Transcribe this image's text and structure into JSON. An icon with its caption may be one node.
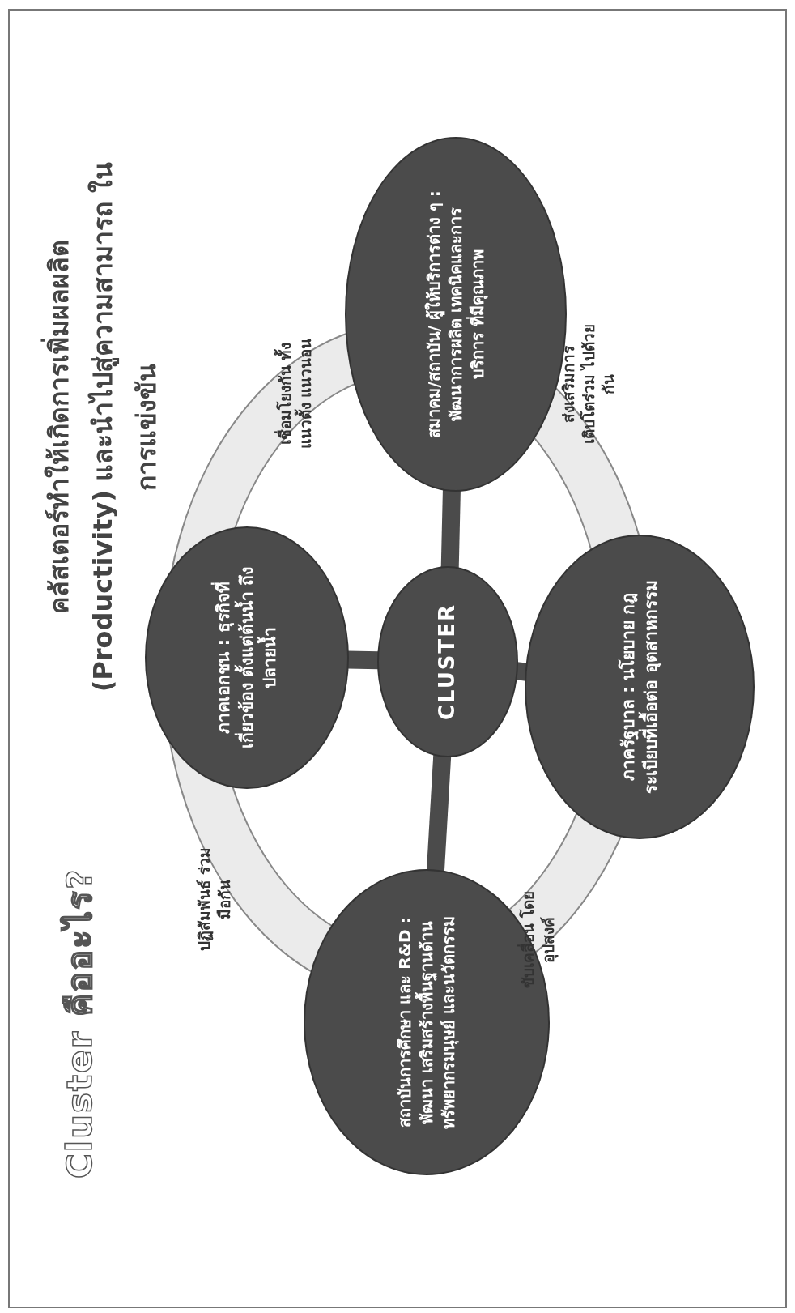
{
  "diagram": {
    "title": "Cluster คืออะไร?",
    "nodes": [
      {
        "text": [
          "CLUSTER"
        ]
      },
      {
        "text": [
          "ภาคเอกชน : ธุรกิจที่เกี่ยวข้อง ตั้งแต่ต้นน้ำ ถึงปลายน้ำ"
        ]
      },
      {
        "text": [
          "สมาคม/สถาบัน/ ผู้ให้บริการต่าง ๆ : พัฒนาการผลิต เทคนิคและการบริการ ที่มีคุณภาพ"
        ]
      },
      {
        "text": [
          "ภาครัฐบาล : นโยบาย กฎ ระเบียบที่เอื้อต่อ อุตสาหกรรม"
        ]
      },
      {
        "text": [
          "สถาบันการศึกษา และ R&D : พัฒนา เสริมสร้างพื้นฐานด้าน ทรัพยากรมนุษย์ และนวัตกรรม"
        ]
      }
    ],
    "edges": [
      {
        "from": 0,
        "to": 1,
        "arrow": "none"
      },
      {
        "from": 0,
        "to": 2,
        "arrow": "none"
      },
      {
        "from": 0,
        "to": 3,
        "arrow": "none"
      },
      {
        "from": 0,
        "to": 4,
        "arrow": "none"
      }
    ],
    "labels": [
      "คลัสเตอร์ทำให้เกิดการเพิ่มผลผลิต (Productivity) และนำไปสู่ความสามารถ ในการแข่งขัน",
      "ปฏิสัมพันธ์ ร่วมมือกัน",
      "เชื่อมโยงกัน ทั้งแนวตั้ง แนวนอน",
      "ส่งเสริมการ เติบโตร่วม ไปด้วยกัน",
      "ขับเคลื่อน โดยอุปสงค์"
    ]
  }
}
